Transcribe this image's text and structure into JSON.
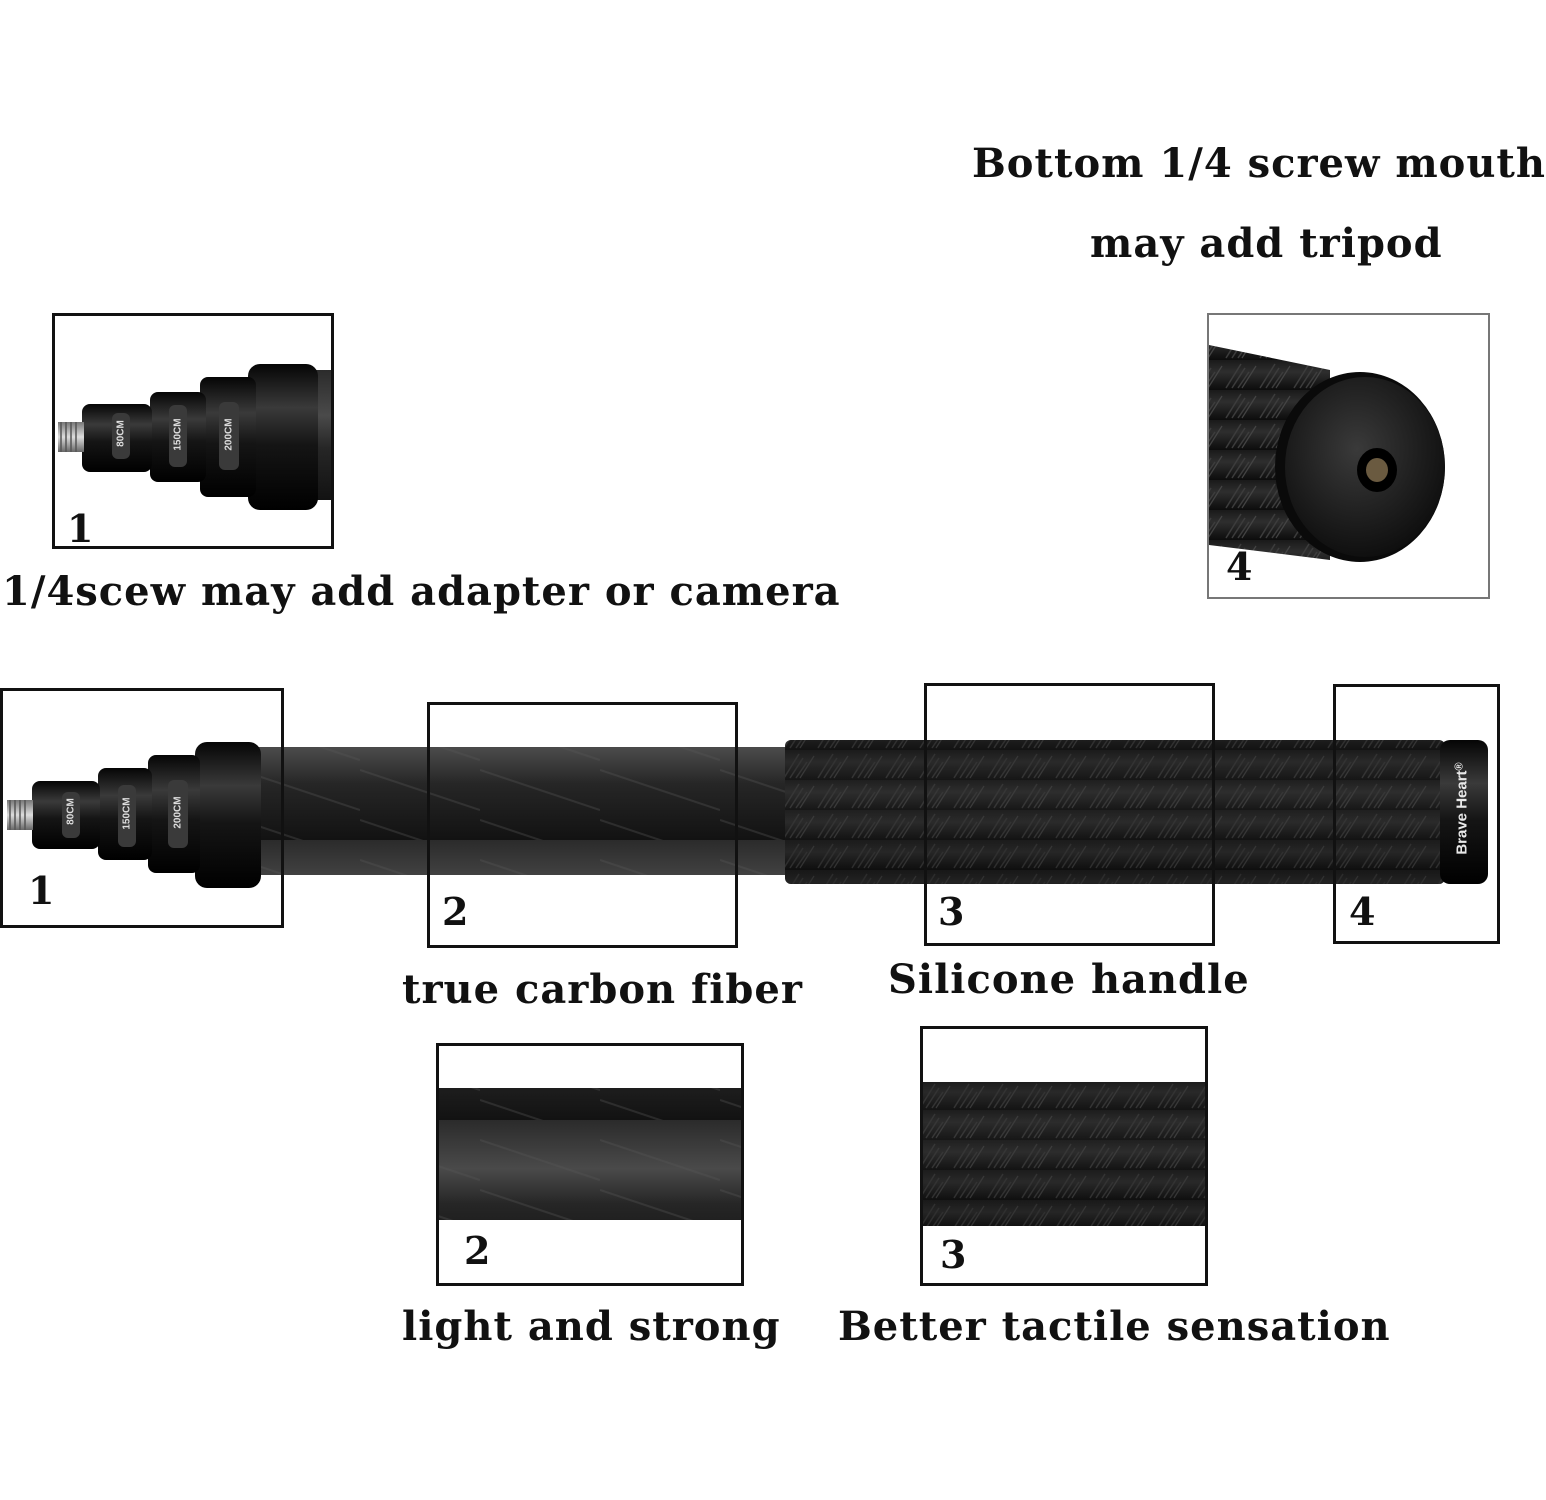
{
  "captions": {
    "top_right_line1": "Bottom 1/4 screw mouth",
    "top_right_line2": "may add tripod",
    "screw": "1/4scew may add adapter or camera",
    "carbon": "true carbon fiber",
    "silicone": "Silicone handle",
    "light": "light and strong",
    "tactile": "Better tactile sensation"
  },
  "markers": {
    "one": "1",
    "two": "2",
    "three": "3",
    "four": "4"
  },
  "length_labels": [
    "80CM",
    "150CM",
    "200CM"
  ],
  "brand": "Brave Heart",
  "brand_mark": "®",
  "colors": {
    "background": "#ffffff",
    "pole": "#1c1c1c",
    "metal": "#0d0d0d",
    "text": "#111111"
  }
}
